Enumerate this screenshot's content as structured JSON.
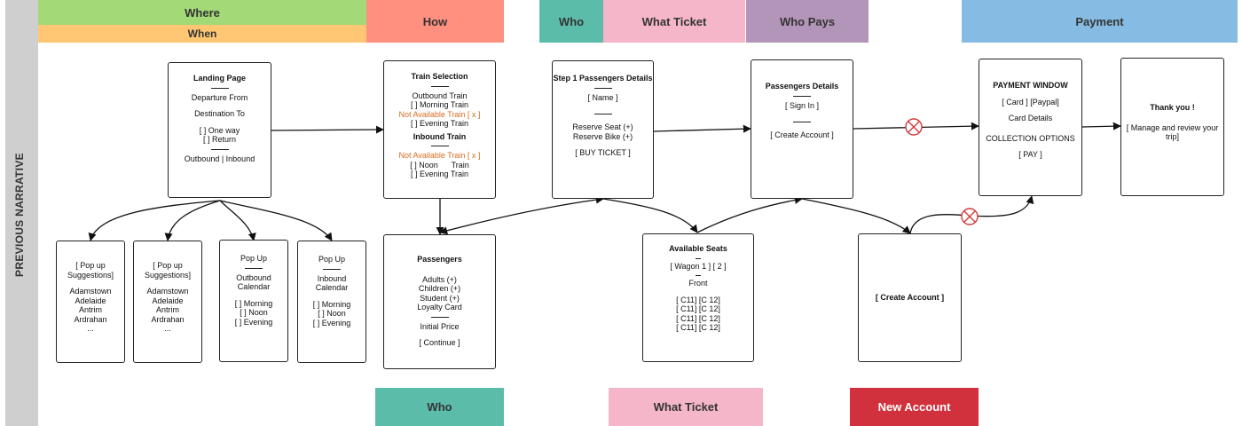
{
  "sidebar": {
    "label": "PREVIOUS NARRATIVE"
  },
  "top_bands": [
    {
      "id": "where",
      "label": "Where",
      "color": "#a3d977"
    },
    {
      "id": "when",
      "label": "When",
      "color": "#ffc773"
    },
    {
      "id": "how",
      "label": "How",
      "color": "#ff8f7f"
    },
    {
      "id": "who",
      "label": "Who",
      "color": "#5cbcaa"
    },
    {
      "id": "what_ticket",
      "label": "What Ticket",
      "color": "#f4b6c8"
    },
    {
      "id": "who_pays",
      "label": "Who Pays",
      "color": "#b295b9"
    },
    {
      "id": "payment",
      "label": "Payment",
      "color": "#86bce3"
    }
  ],
  "bottom_bands": [
    {
      "id": "who",
      "label": "Who",
      "color": "#5cbcaa"
    },
    {
      "id": "what_ticket",
      "label": "What Ticket",
      "color": "#f4b6c8"
    },
    {
      "id": "new_account",
      "label": "New Account",
      "color": "#d1313c"
    }
  ],
  "cards": {
    "landing": {
      "title": "Landing Page",
      "lines": [
        "Departure From",
        "Destination To",
        "[ ] One way",
        "[ ] Return",
        "Outbound | Inbound"
      ]
    },
    "train_selection": {
      "title": "Train Selection",
      "outbound": [
        "Outbound Train",
        "[ ] Morning Train",
        "Not Available Train [ x ]",
        "[ ] Evening Train"
      ],
      "inbound_title": "Inbound Train",
      "inbound": [
        "Not Available Train [ x ]",
        "[ ] Noon      Train",
        "[ ] Evening Train"
      ]
    },
    "step1": {
      "title": "Step 1 Passengers Details",
      "lines": [
        "[ Name ]",
        "Reserve Seat (+)",
        "Reserve Bike (+)",
        "[ BUY TICKET ]"
      ]
    },
    "passengers_details": {
      "title": "Passengers Details",
      "lines": [
        "[ Sign In ]",
        "[ Create Account ]"
      ]
    },
    "payment_window": {
      "title": "PAYMENT WINDOW",
      "lines": [
        "[ Card ] [Paypal]",
        "Card Details",
        "COLLECTION OPTIONS",
        "[ PAY ]"
      ]
    },
    "thank_you": {
      "title": "Thank you !",
      "lines": [
        "[ Manage and review your",
        "trip]"
      ]
    },
    "popup1": {
      "lines": [
        "[ Pop up",
        "Suggestions]",
        "Adamstown",
        "Adelaide",
        "Antrim",
        "Ardrahan",
        "..."
      ]
    },
    "popup2": {
      "lines": [
        "[ Pop up",
        "Suggestions]",
        "Adamstown",
        "Adelaide",
        "Antrim",
        "Ardrahan",
        "..."
      ]
    },
    "outbound_calendar": {
      "lines": [
        "Pop Up",
        "Outbound",
        "Calendar",
        "[ ] Morning",
        "[ ] Noon",
        "[ ] Evening"
      ]
    },
    "inbound_calendar": {
      "lines": [
        "Pop Up",
        "Inbound",
        "Calendar",
        "[ ] Morning",
        "[ ] Noon",
        "[ ] Evening"
      ]
    },
    "passengers": {
      "title": "Passengers",
      "lines": [
        "Adults (+)",
        "Children (+)",
        "Student (+)",
        "Loyalty Card",
        "Initial Price",
        "[ Continue ]"
      ]
    },
    "available_seats": {
      "title": "Available Seats",
      "lines": [
        "[ Wagon 1 ] [ 2 ]",
        "Front",
        "[ C11] [C 12]",
        "[ C11] [C 12]",
        "[ C11] [C 12]",
        "[ C11] [C 12]"
      ]
    },
    "create_account": {
      "title": "[ Create Account ]"
    }
  }
}
